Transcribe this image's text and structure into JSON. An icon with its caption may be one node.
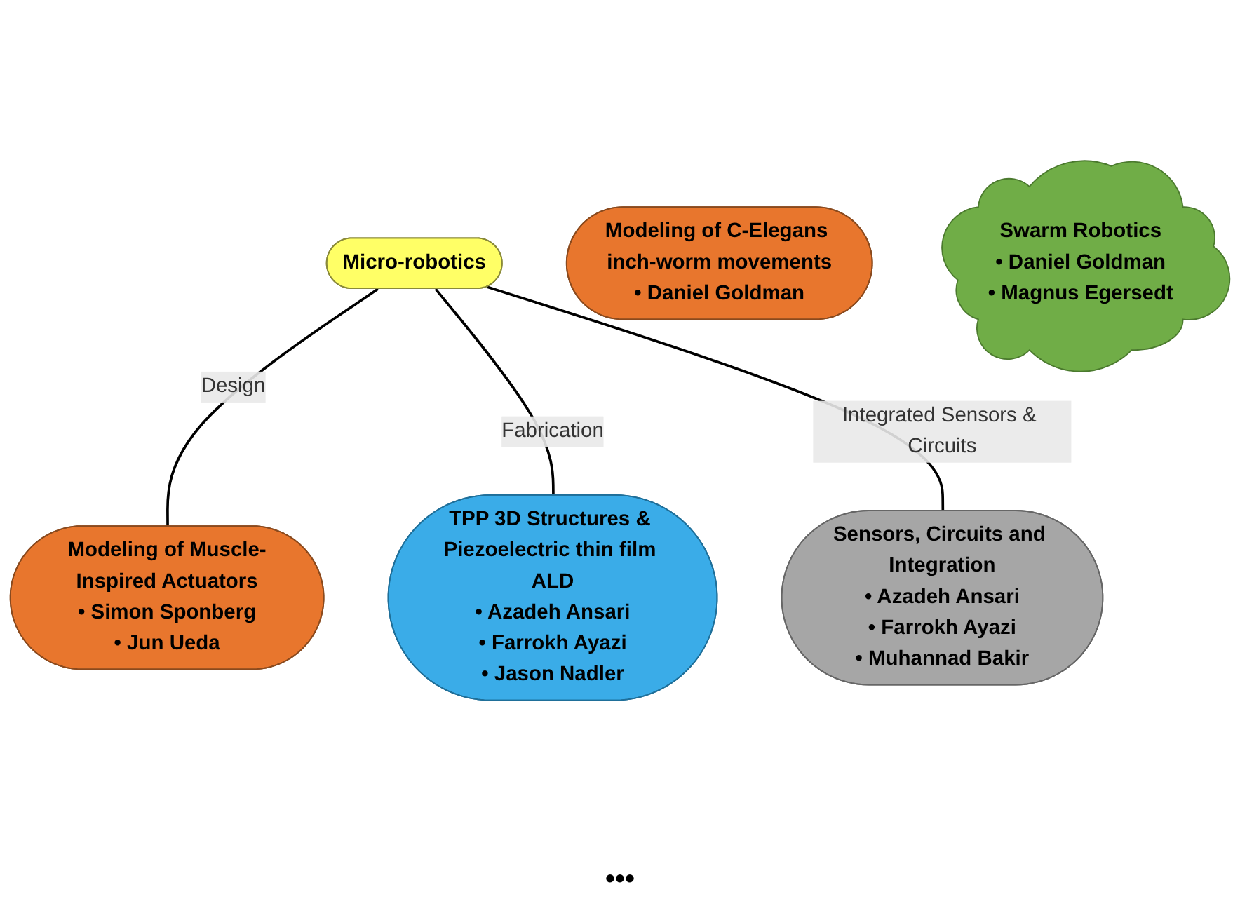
{
  "diagram": {
    "nodes": [
      {
        "text": [
          "Micro-robotics"
        ]
      },
      {
        "text": [
          "Modeling of Muscle-Inspired Actuators",
          "• Simon Sponberg",
          "• Jun Ueda"
        ]
      },
      {
        "text": [
          "Modeling of C-Elegans inch-worm movements",
          "• Daniel Goldman"
        ]
      },
      {
        "text": [
          "TPP 3D Structures & Piezoelectric thin film ALD",
          "• Azadeh Ansari",
          "• Farrokh Ayazi",
          "• Jason Nadler"
        ]
      },
      {
        "text": [
          "Sensors, Circuits and Integration",
          "• Azadeh Ansari",
          "• Farrokh Ayazi",
          "• Muhannad Bakir"
        ]
      },
      {
        "text": [
          "Swarm Robotics",
          "• Daniel Goldman",
          "• Magnus Egersedt"
        ]
      }
    ],
    "edges": [
      {
        "from": 0,
        "to": 1,
        "arrow": "none",
        "label": "Design"
      },
      {
        "from": 0,
        "to": 3,
        "arrow": "none",
        "label": "Fabrication"
      },
      {
        "from": 0,
        "to": 4,
        "arrow": "none",
        "label": "Integrated Sensors & Circuits"
      }
    ],
    "labels": [
      "•••"
    ]
  }
}
